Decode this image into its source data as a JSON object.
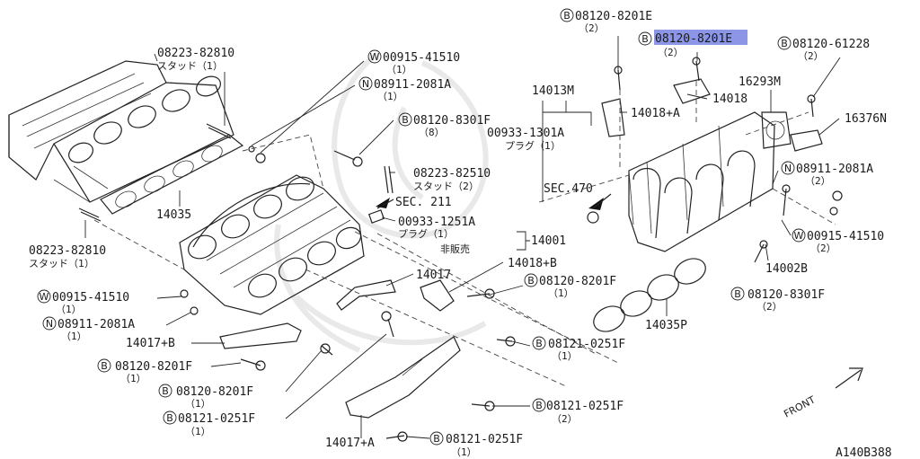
{
  "diagram_code": "A140B388",
  "front_label": "FRONT",
  "highlight_color": "#8c95e6",
  "labels": {
    "l01": {
      "part": "08223-82810",
      "sub": "スタッド（1）"
    },
    "l02": {
      "prefix": "W",
      "part": "00915-41510",
      "sub": "（1）"
    },
    "l03": {
      "prefix": "N",
      "part": "08911-2081A",
      "sub": "（1）"
    },
    "l04": {
      "prefix": "B",
      "part": "08120-8301F",
      "sub": "（8）"
    },
    "l05": {
      "part": "08223-82510",
      "sub": "スタッド（2）"
    },
    "l06": {
      "part": "SEC. 211"
    },
    "l07": {
      "part": "00933-1251A",
      "sub": "プラグ（1）"
    },
    "l08": {
      "part": "非販売"
    },
    "l09": {
      "part": "14001"
    },
    "l10": {
      "part": "14035"
    },
    "l11": {
      "part": "08223-82810",
      "sub": "スタッド（1）"
    },
    "l12": {
      "part": "14017"
    },
    "l13": {
      "part": "14018+B"
    },
    "l14": {
      "prefix": "W",
      "part": "00915-41510",
      "sub": "（1）"
    },
    "l15": {
      "prefix": "N",
      "part": "08911-2081A",
      "sub": "（1）"
    },
    "l16": {
      "prefix": "B",
      "part": "08120-8201F",
      "sub": "（1）"
    },
    "l17": {
      "part": "14017+B"
    },
    "l18": {
      "prefix": "B",
      "part": "08120-8201F",
      "sub": "（1）"
    },
    "l19": {
      "prefix": "B",
      "part": "08121-0251F",
      "sub": "（1）"
    },
    "l20": {
      "prefix": "B",
      "part": "08120-8201F",
      "sub": "（1）"
    },
    "l21": {
      "prefix": "B",
      "part": "08121-0251F",
      "sub": "（1）"
    },
    "l22": {
      "prefix": "B",
      "part": "08121-0251F",
      "sub": "（2）"
    },
    "l23": {
      "part": "14017+A"
    },
    "l24": {
      "prefix": "B",
      "part": "08121-0251F",
      "sub": "（1）"
    },
    "l25": {
      "prefix": "B",
      "part": "08120-8201E",
      "sub": "（2）"
    },
    "l26": {
      "prefix": "B",
      "part": "08120-8201E",
      "sub": "（2）"
    },
    "l27": {
      "prefix": "B",
      "part": "08120-61228",
      "sub": "（2）"
    },
    "l28": {
      "part": "14013M"
    },
    "l29": {
      "part": "14018+A"
    },
    "l30": {
      "part": "14018"
    },
    "l31": {
      "part": "16293M"
    },
    "l32": {
      "part": "00933-1301A",
      "sub": "プラグ（1）"
    },
    "l33": {
      "part": "16376N"
    },
    "l34": {
      "part": "SEC.470"
    },
    "l35": {
      "prefix": "N",
      "part": "08911-2081A",
      "sub": "（2）"
    },
    "l36": {
      "prefix": "W",
      "part": "00915-41510",
      "sub": "（2）"
    },
    "l37": {
      "part": "14002B"
    },
    "l38": {
      "prefix": "B",
      "part": "08120-8301F",
      "sub": "（2）"
    },
    "l39": {
      "part": "14035P"
    }
  }
}
